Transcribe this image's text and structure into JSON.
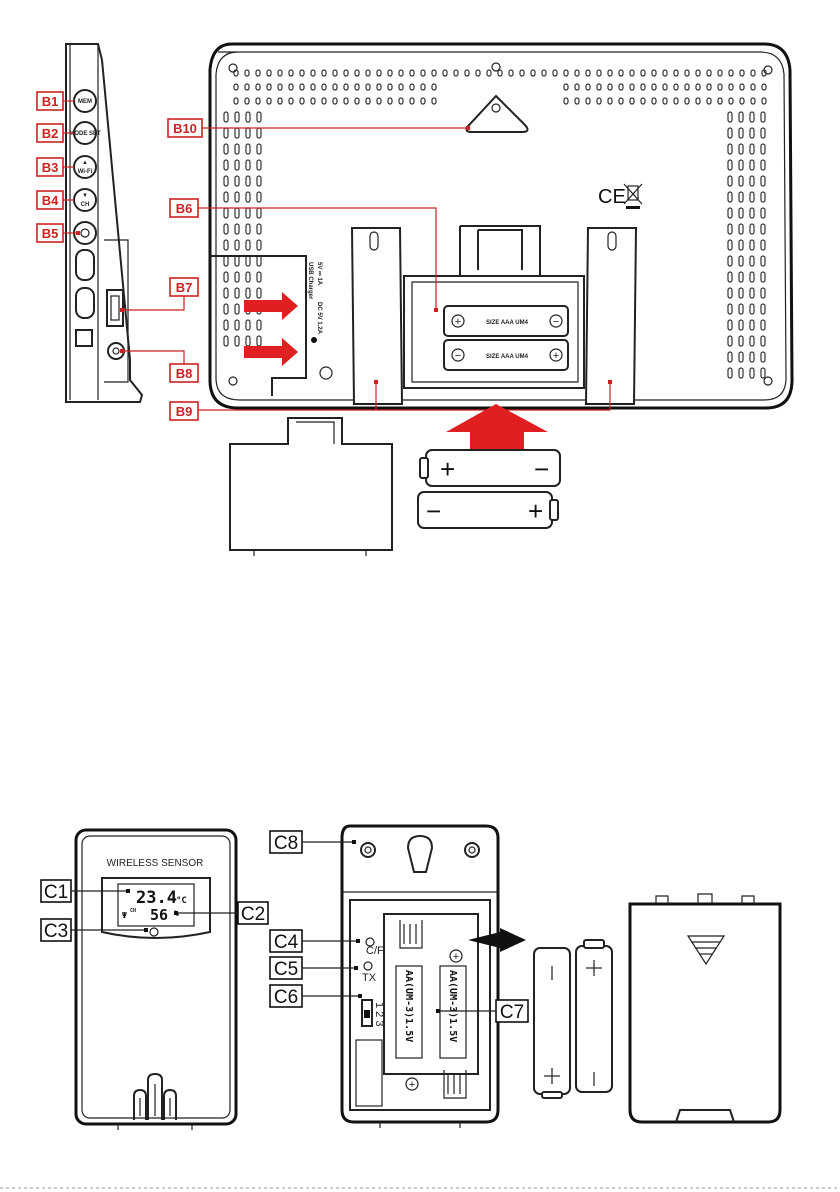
{
  "labels_b": {
    "b1": "B1",
    "b2": "B2",
    "b3": "B3",
    "b4": "B4",
    "b5": "B5",
    "b6": "B6",
    "b7": "B7",
    "b8": "B8",
    "b9": "B9",
    "b10": "B10"
  },
  "labels_c": {
    "c1": "C1",
    "c2": "C2",
    "c3": "C3",
    "c4": "C4",
    "c5": "C5",
    "c6": "C6",
    "c7": "C7",
    "c8": "C8"
  },
  "buttons": {
    "mem": "MEM",
    "mode_set": "MODE SET",
    "up_wifi": "Wi-Fi",
    "down_ch": "CH"
  },
  "ports": {
    "usb_spec": "5V ⎓ 1A",
    "usb_label": "USB Charger",
    "dc_spec": "DC 5V 1.2A"
  },
  "battery_slot": {
    "size_label_1": "SIZE AAA UM4",
    "size_label_2": "SIZE AAA UM4"
  },
  "battery_signs": {
    "plus": "+",
    "minus": "−"
  },
  "certifications": {
    "ce": "CE",
    "weee": "WEEE"
  },
  "sensor": {
    "title": "WIRELESS SENSOR",
    "temp_value": "23.4",
    "temp_unit": "°C",
    "channel": "CH",
    "humidity_value": "56",
    "humidity_unit": "%",
    "cf_label": "C/F",
    "tx_label": "TX",
    "switch_label": "1 2 3",
    "battery_text_1": "AA(UM-3)1.5V",
    "battery_text_2": "AA(UM-3)1.5V"
  },
  "colors": {
    "label_red": "#cc2222",
    "arrow_red": "#e02020",
    "line": "#222222"
  }
}
